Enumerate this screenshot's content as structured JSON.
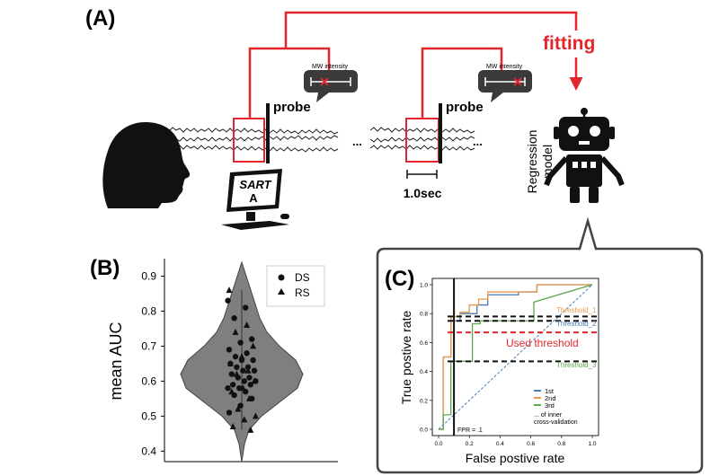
{
  "panel_a": {
    "label": "(A)",
    "fitting": "fitting",
    "probe": "probe",
    "probe2": "probe",
    "mw_intensity": "MW intensity",
    "mw_intensity2": "MW intensity",
    "ellipsis": "...",
    "ellipsis2": "...",
    "scale": "1.0sec",
    "sart_line1": "SART",
    "sart_line2": "A",
    "model_line1": "Regression",
    "model_line2": "model"
  },
  "panel_b": {
    "label": "(B)",
    "legend": [
      {
        "symbol": "circle",
        "label": "DS"
      },
      {
        "symbol": "triangle",
        "label": "RS"
      }
    ]
  },
  "panel_c": {
    "label": "(C)",
    "thresholds": [
      "Threshold_1",
      "Threshold_2",
      "Threshold_3"
    ],
    "used_threshold": "Used threshold",
    "fpr_label": "FPR = .1",
    "legend": [
      "1st",
      "2nd",
      "3rd"
    ],
    "legend_note_1": "... of inner",
    "legend_note_2": "cross-validation"
  },
  "colors": {
    "red": "#e3262d",
    "dark": "#1a1a1a",
    "violin": "#7f7f7f",
    "blue": "#4a7ab5",
    "orange": "#ef9a4a",
    "green": "#5aa84a"
  },
  "chart_data": [
    {
      "type": "violin",
      "ylabel": "mean AUC",
      "ylim": [
        0.37,
        0.95
      ],
      "yticks": [
        "0.4",
        "0.5",
        "0.6",
        "0.7",
        "0.8",
        "0.9"
      ],
      "series": [
        {
          "name": "DS",
          "marker": "circle",
          "values": [
            0.83,
            0.81,
            0.78,
            0.72,
            0.71,
            0.69,
            0.68,
            0.67,
            0.66,
            0.66,
            0.65,
            0.64,
            0.64,
            0.63,
            0.63,
            0.62,
            0.61,
            0.61,
            0.6,
            0.6,
            0.59,
            0.59,
            0.58,
            0.58,
            0.57,
            0.56,
            0.55,
            0.53,
            0.51
          ]
        },
        {
          "name": "RS",
          "marker": "triangle",
          "values": [
            0.86,
            0.76,
            0.74,
            0.7,
            0.67,
            0.65,
            0.63,
            0.62,
            0.6,
            0.58,
            0.57,
            0.55,
            0.52,
            0.5,
            0.49,
            0.47,
            0.46
          ]
        }
      ]
    },
    {
      "type": "line",
      "xlabel": "False postive rate",
      "ylabel": "True postive rate",
      "xlim": [
        0,
        1
      ],
      "ylim": [
        0,
        1
      ],
      "xticks": [
        "0.0",
        "0.2",
        "0.4",
        "0.6",
        "0.8",
        "1.0"
      ],
      "yticks": [
        "0.0",
        "0.2",
        "0.4",
        "0.6",
        "0.8",
        "1.0"
      ],
      "fpr_cut": 0.1,
      "threshold_levels": [
        0.78,
        0.75,
        0.47
      ],
      "used_threshold_level": 0.67,
      "series": [
        {
          "name": "1st",
          "x": [
            0,
            0.03,
            0.03,
            0.08,
            0.08,
            0.14,
            0.14,
            0.25,
            0.25,
            0.32,
            0.32,
            0.52,
            0.52,
            0.64,
            0.64,
            1.0
          ],
          "y": [
            0,
            0,
            0.5,
            0.5,
            0.75,
            0.75,
            0.8,
            0.8,
            0.86,
            0.86,
            0.93,
            0.93,
            0.95,
            0.95,
            1.0,
            1.0
          ]
        },
        {
          "name": "2nd",
          "x": [
            0,
            0.03,
            0.03,
            0.08,
            0.08,
            0.14,
            0.14,
            0.2,
            0.2,
            0.26,
            0.26,
            0.32,
            0.32,
            0.52,
            0.52,
            0.64,
            0.64,
            1.0
          ],
          "y": [
            0,
            0,
            0.5,
            0.5,
            0.78,
            0.78,
            0.81,
            0.81,
            0.86,
            0.86,
            0.9,
            0.9,
            0.95,
            0.95,
            0.95,
            0.95,
            1.0,
            1.0
          ]
        },
        {
          "name": "3rd",
          "x": [
            0,
            0.03,
            0.03,
            0.08,
            0.08,
            0.22,
            0.22,
            0.27,
            0.27,
            0.62,
            0.62,
            1.0
          ],
          "y": [
            0,
            0,
            0.1,
            0.1,
            0.47,
            0.47,
            0.73,
            0.73,
            0.75,
            0.75,
            0.88,
            1.0
          ]
        },
        {
          "name": "chance",
          "x": [
            0,
            1
          ],
          "y": [
            0,
            1
          ]
        }
      ]
    }
  ]
}
